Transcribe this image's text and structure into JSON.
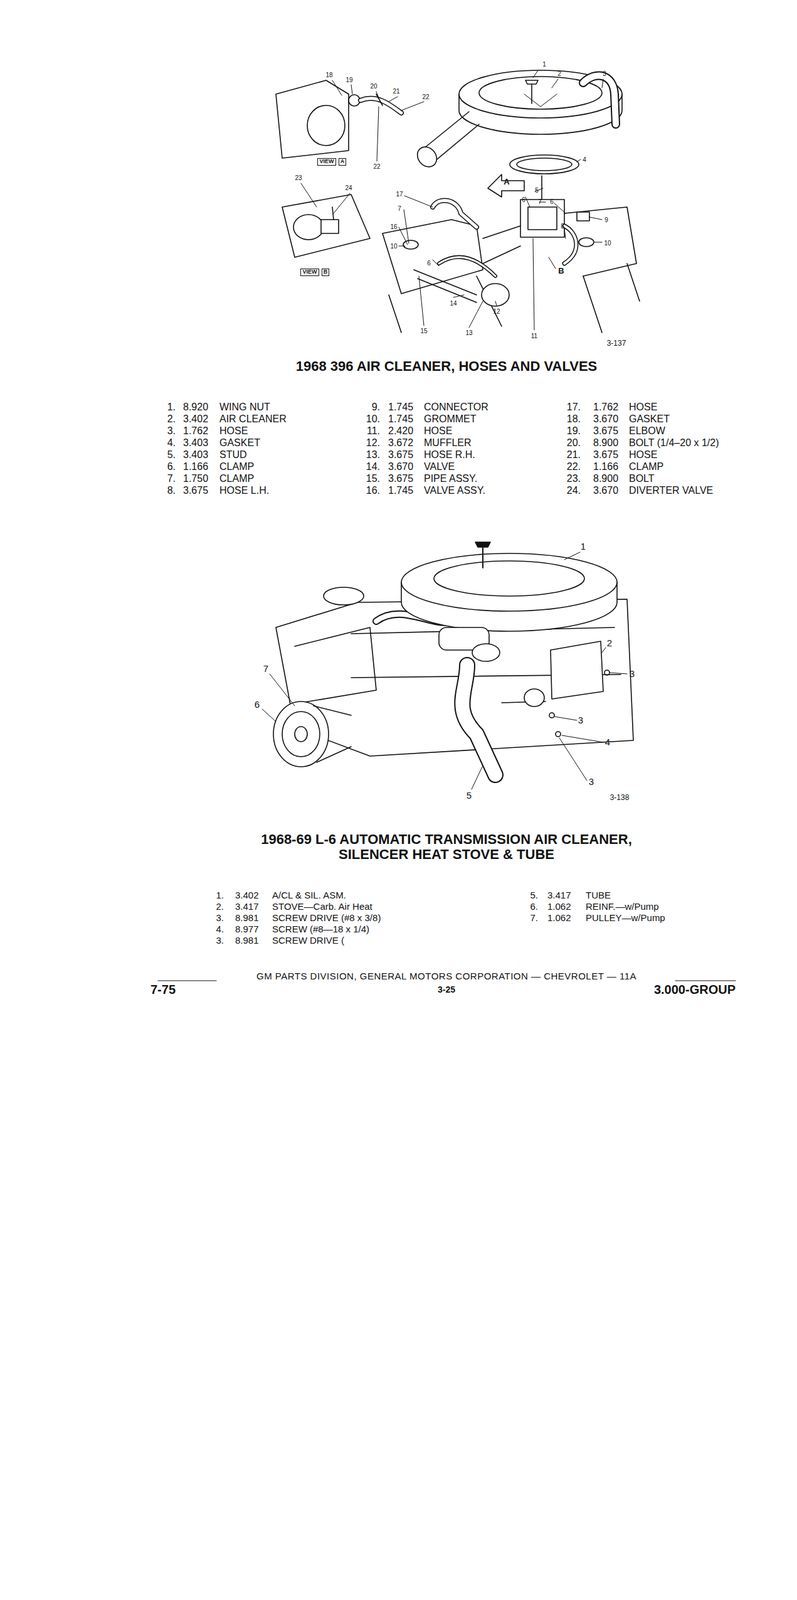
{
  "diagram": {
    "labels": [
      "18",
      "19",
      "20",
      "21",
      "22",
      "VIEW",
      "A",
      "22",
      "23",
      "24",
      "VIEW",
      "B",
      "1",
      "2",
      "3",
      "4",
      "A",
      "5",
      "17",
      "7",
      "6",
      "7",
      "6",
      "16",
      "8",
      "9",
      "10",
      "10",
      "6",
      "B",
      "14",
      "12",
      "15",
      "13",
      "11",
      "3-137",
      "1968 396 AIR CLEANER, HOSES AND VALVES",
      "1.",
      "8.920",
      "WING NUT",
      "2.",
      "3.402",
      "AIR CLEANER",
      "3.",
      "1.762",
      "HOSE",
      "4.",
      "3.403",
      "GASKET",
      "5.",
      "3.403",
      "STUD",
      "6.",
      "1.166",
      "CLAMP",
      "7.",
      "1.750",
      "CLAMP",
      "8.",
      "3.675",
      "HOSE L.H.",
      "9.",
      "1.745",
      "CONNECTOR",
      "10.",
      "1.745",
      "GROMMET",
      "11.",
      "2.420",
      "HOSE",
      "12.",
      "3.672",
      "MUFFLER",
      "13.",
      "3.675",
      "HOSE R.H.",
      "14.",
      "3.670",
      "VALVE",
      "15.",
      "3.675",
      "PIPE ASSY.",
      "16.",
      "1.745",
      "VALVE ASSY.",
      "17.",
      "1.762",
      "HOSE",
      "18.",
      "3.670",
      "GASKET",
      "19.",
      "3.675",
      "ELBOW",
      "20.",
      "8.900",
      "BOLT (1/4–20 x 1/2)",
      "21.",
      "3.675",
      "HOSE",
      "22.",
      "1.166",
      "CLAMP",
      "23.",
      "8.900",
      "BOLT",
      "24.",
      "3.670",
      "DIVERTER VALVE",
      "1",
      "2",
      "3",
      "3",
      "4",
      "3",
      "7",
      "6",
      "5",
      "3-138",
      "1968-69 L-6 AUTOMATIC TRANSMISSION AIR CLEANER, SILENCER HEAT STOVE & TUBE",
      "1.",
      "3.402",
      "A/CL & SIL. ASM.",
      "2.",
      "3.417",
      "STOVE—Carb. Air Heat",
      "3.",
      "8.981",
      "SCREW DRIVE (#8 x 3/8)",
      "4.",
      "8.977",
      "SCREW (#8—18 x 1/4)",
      "3.",
      "8.981",
      "SCREW DRIVE (",
      "5.",
      "3.417",
      "TUBE",
      "6.",
      "1.062",
      "REINF.—w/Pump",
      "7.",
      "1.062",
      "PULLEY—w/Pump",
      "7-75",
      "GM PARTS DIVISION, GENERAL MOTORS CORPORATION — CHEVROLET — 11A",
      "3-25",
      "3.000-GROUP"
    ]
  }
}
